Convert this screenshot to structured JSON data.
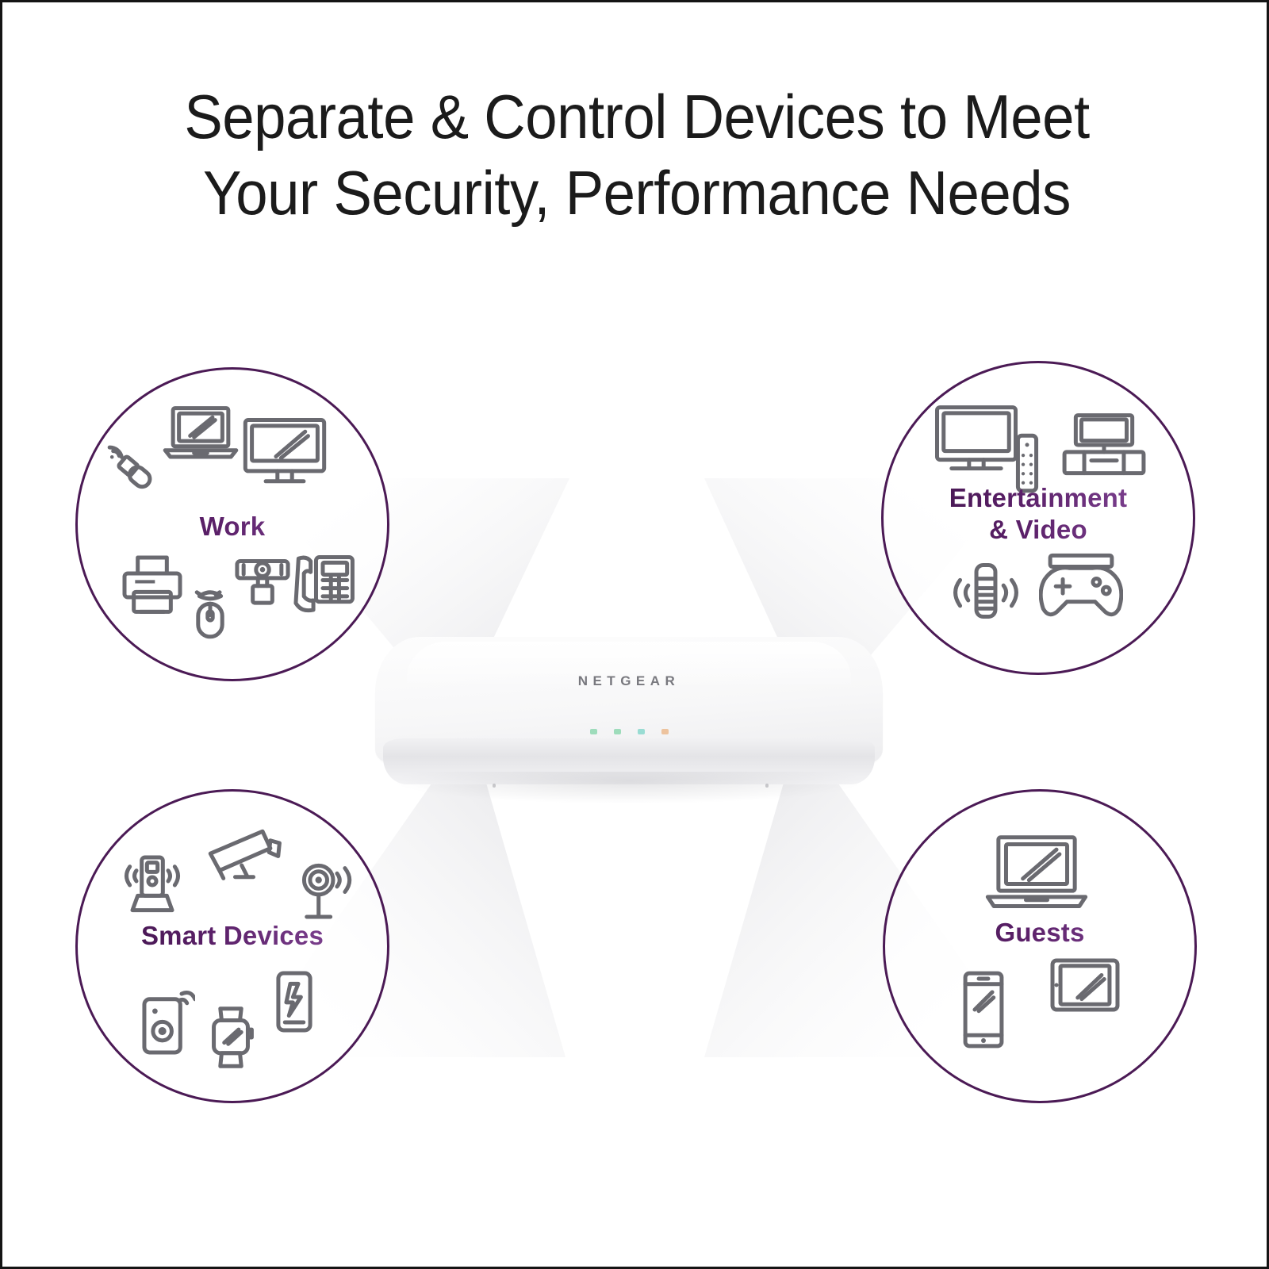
{
  "page": {
    "background_color": "#ffffff",
    "border_color": "#141414",
    "accent_purple": "#4b1a55",
    "label_gradient_from": "#3d1347",
    "label_gradient_to": "#8b4fa0",
    "icon_line_color": "#6a6a70"
  },
  "headline": {
    "line1": "Separate & Control Devices to Meet",
    "line2": "Your Security, Performance Needs",
    "color": "#1b1b1b"
  },
  "router": {
    "brand": "NETGEAR",
    "leds": [
      {
        "name": "power-led",
        "color": "#57c98a"
      },
      {
        "name": "internet-led",
        "color": "#57c98a"
      },
      {
        "name": "wifi-led",
        "color": "#4fc9b6"
      },
      {
        "name": "usb-led",
        "color": "#e79a55"
      }
    ]
  },
  "bubbles": [
    {
      "id": "work",
      "label": "Work",
      "position": "top-left",
      "icons": [
        {
          "name": "wifi-usb-dongle-icon",
          "label": "Wireless USB adapter"
        },
        {
          "name": "laptop-icon",
          "label": "Laptop"
        },
        {
          "name": "desktop-monitor-icon",
          "label": "Desktop monitor"
        },
        {
          "name": "printer-icon",
          "label": "Printer"
        },
        {
          "name": "computer-mouse-icon",
          "label": "Wireless mouse"
        },
        {
          "name": "webcam-icon",
          "label": "Webcam"
        },
        {
          "name": "desk-phone-icon",
          "label": "VoIP desk phone"
        }
      ]
    },
    {
      "id": "entertainment",
      "label": "Entertainment\n& Video",
      "position": "top-right",
      "icons": [
        {
          "name": "television-icon",
          "label": "Television"
        },
        {
          "name": "tv-remote-icon",
          "label": "TV remote control"
        },
        {
          "name": "tv-media-stand-icon",
          "label": "TV on media console"
        },
        {
          "name": "smart-speaker-icon",
          "label": "Smart speaker"
        },
        {
          "name": "game-controller-icon",
          "label": "Game controller and console"
        }
      ]
    },
    {
      "id": "smart-devices",
      "label": "Smart Devices",
      "position": "bottom-left",
      "icons": [
        {
          "name": "smart-hub-icon",
          "label": "Smart hub / speaker"
        },
        {
          "name": "security-camera-icon",
          "label": "Security camera"
        },
        {
          "name": "motion-sensor-icon",
          "label": "Motion sensor"
        },
        {
          "name": "video-doorbell-icon",
          "label": "Video doorbell"
        },
        {
          "name": "smartwatch-icon",
          "label": "Smartwatch"
        },
        {
          "name": "smart-outlet-icon",
          "label": "Smart outlet"
        }
      ]
    },
    {
      "id": "guests",
      "label": "Guests",
      "position": "bottom-right",
      "icons": [
        {
          "name": "laptop-icon",
          "label": "Laptop"
        },
        {
          "name": "smartphone-icon",
          "label": "Smartphone"
        },
        {
          "name": "tablet-icon",
          "label": "Tablet"
        }
      ]
    }
  ]
}
